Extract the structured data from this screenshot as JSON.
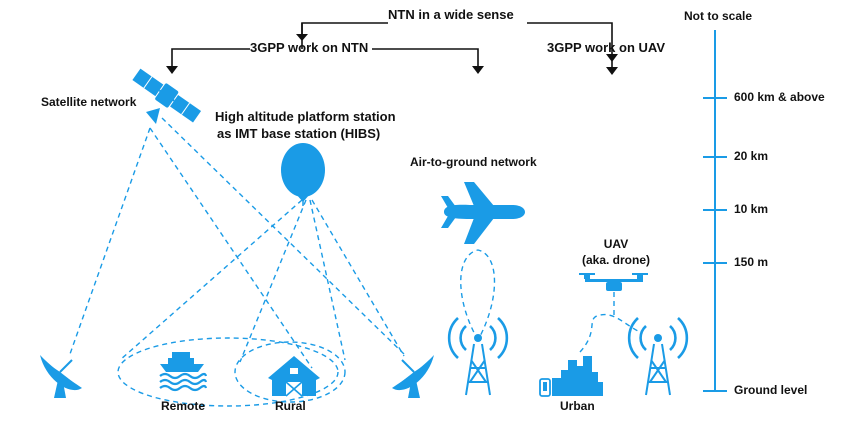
{
  "header": {
    "wide_sense": "NTN in a wide sense",
    "gpp_ntn": "3GPP work on NTN",
    "gpp_uav": "3GPP work on UAV"
  },
  "labels": {
    "satellite_network": "Satellite network",
    "hibs_line1": "High altitude platform station",
    "hibs_line2": "as IMT base station (HIBS)",
    "air_to_ground": "Air-to-ground network",
    "uav_line1": "UAV",
    "uav_line2": "(aka. drone)",
    "remote": "Remote",
    "rural": "Rural",
    "urban": "Urban"
  },
  "scale": {
    "title": "Not to scale",
    "levels": [
      "600 km & above",
      "20 km",
      "10 km",
      "150 m",
      "Ground level"
    ]
  },
  "colors": {
    "accent": "#1a9be6",
    "text": "#111111"
  },
  "icons": [
    "satellite-icon",
    "balloon-icon",
    "airplane-icon",
    "drone-icon",
    "dish-antenna-icon",
    "cell-tower-icon",
    "ship-icon",
    "barn-icon",
    "city-icon",
    "phone-icon"
  ]
}
